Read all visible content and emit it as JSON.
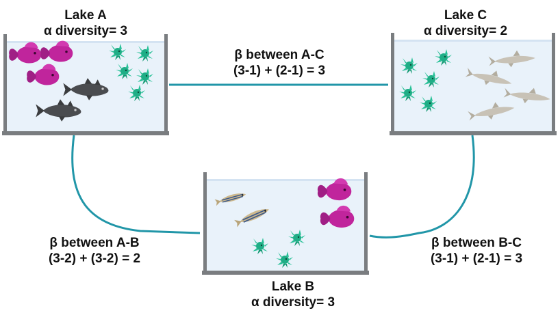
{
  "lakes": {
    "a": {
      "name": "Lake A",
      "alpha": "α diversity= 3"
    },
    "b": {
      "name": "Lake B",
      "alpha": "α diversity= 3"
    },
    "c": {
      "name": "Lake C",
      "alpha": "α diversity= 2"
    }
  },
  "links": {
    "ac": {
      "title": "β between A-C",
      "formula": "(3-1) + (2-1) = 3"
    },
    "ab": {
      "title": "β between A-B",
      "formula": "(3-2) + (3-2) = 2"
    },
    "bc": {
      "title": "β between B-C",
      "formula": "(3-1) + (2-1) = 3"
    }
  },
  "colors": {
    "connector": "#2196a8",
    "tank_frame": "#7a7d80",
    "water": "#e9f2fa",
    "betta": "#c0259c",
    "plant_fish": "#1fae86",
    "dark_fish": "#4a4c4f",
    "shark": "#c8c2b6",
    "zebrafish": "#cdb98e"
  },
  "species": {
    "a": [
      "betta",
      "plant-fish",
      "dark-fish"
    ],
    "b": [
      "zebrafish",
      "betta",
      "plant-fish"
    ],
    "c": [
      "plant-fish",
      "shark"
    ]
  }
}
